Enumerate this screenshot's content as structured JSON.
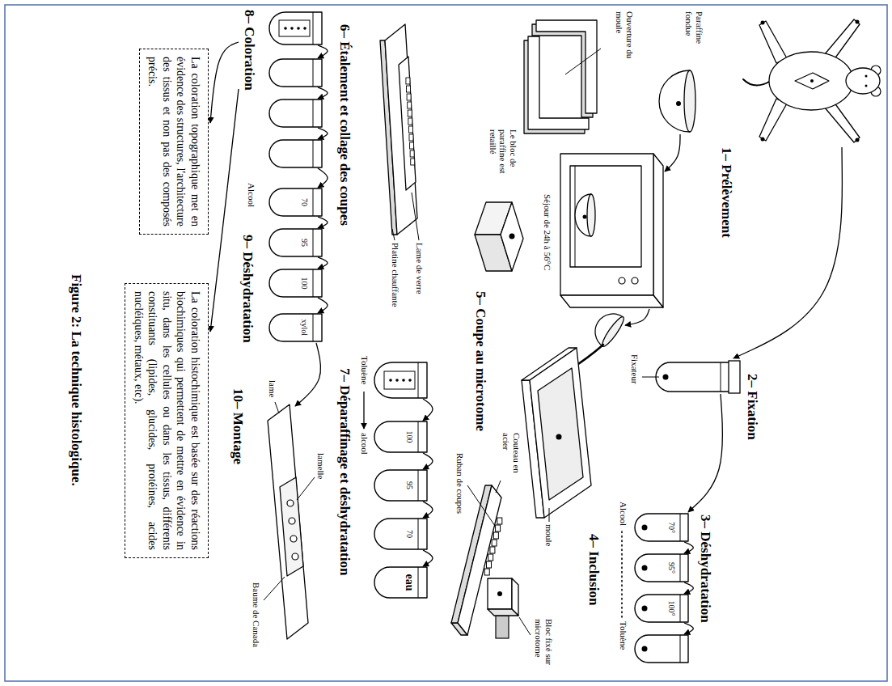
{
  "diagram": {
    "caption": "Figure 2: La technique histologique.",
    "nodes": [
      {
        "text": [
          "La coloration topographique met en évidence des structures, l'architecture des tissus et non pas des composés précis."
        ]
      },
      {
        "text": [
          "La coloration histochimique est basée sur des réactions biochimiques qui permettent de mettre en évidence in situ, dans les cellules ou dans les tissus, différents constituants (lipides, glucides, protéines, acides nucléiques, métaux, etc)."
        ]
      }
    ],
    "labels": [
      "1– Prélèvement",
      "Paraffine fondue",
      "2– Fixation",
      "Fixateur",
      "3– Déshydratation",
      "70°",
      "95°",
      "100°",
      "Alcool",
      "Toluène",
      "Ouverture du moule",
      "Séjour de 24h à 56°C",
      "4– Inclusion",
      "moule",
      "Couteau en acier",
      "Bloc fixé sur microtome",
      "Le bloc de paraffine est retaillé",
      "Ruban de coupes",
      "5– Coupe au microtome",
      "Lame de verre",
      "Platine chauffante",
      "6– Étalement et collage des coupes",
      "Toluène",
      "alcool",
      "100",
      "95",
      "70",
      "eau",
      "7– Déparaffinage et déshydratation",
      "8– Coloration",
      "Alcool",
      "70",
      "95",
      "100",
      "xylol",
      "9– Déshydratation",
      "lame",
      "lamelle",
      "Baume de Canada",
      "10– Montage"
    ]
  }
}
